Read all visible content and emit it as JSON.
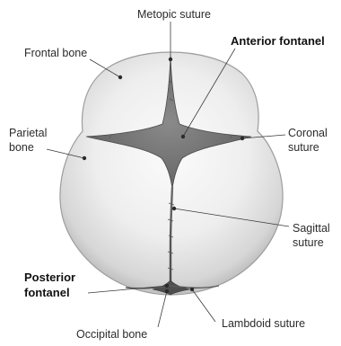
{
  "labels": {
    "metopic_suture": "Metopic suture",
    "anterior_fontanel": "Anterior fontanel",
    "frontal_bone": "Frontal bone",
    "parietal_bone_line1": "Parietal",
    "parietal_bone_line2": "bone",
    "coronal_suture_line1": "Coronal",
    "coronal_suture_line2": "suture",
    "sagittal_suture_line1": "Sagittal",
    "sagittal_suture_line2": "suture",
    "posterior_fontanel_line1": "Posterior",
    "posterior_fontanel_line2": "fontanel",
    "occipital_bone": "Occipital bone",
    "lambdoid_suture": "Lambdoid suture"
  },
  "colors": {
    "bone_light": "#f4f4f4",
    "bone_shadow": "#b5b5b5",
    "suture_dark": "#555555",
    "fontanel": "#7a7a7a"
  }
}
